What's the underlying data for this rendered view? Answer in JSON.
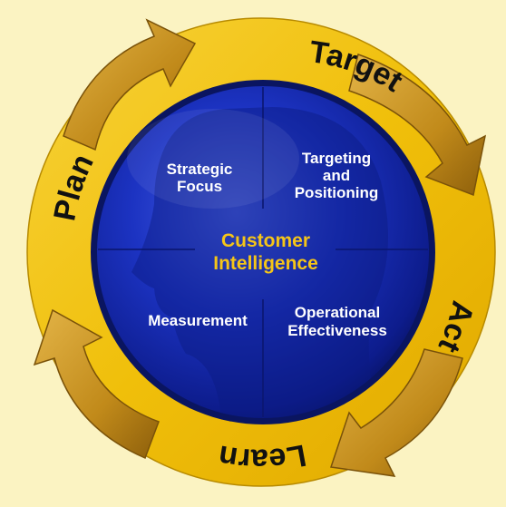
{
  "cycle": {
    "plan": "Plan",
    "target": "Target",
    "act": "Act",
    "learn": "Learn"
  },
  "center": {
    "line1": "Customer",
    "line2": "Intelligence"
  },
  "quadrants": {
    "strategic_focus": [
      "Strategic",
      "Focus"
    ],
    "targeting_positioning": [
      "Targeting",
      "and",
      "Positioning"
    ],
    "measurement": [
      "Measurement"
    ],
    "operational_effectiveness": [
      "Operational",
      "Effectiveness"
    ]
  },
  "colors": {
    "background": "#fbf3c2",
    "ring": "#f2c200",
    "arrow": "#c8951e",
    "sphere": "#1226a8",
    "center_text": "#f5c518",
    "label_text": "#ffffff",
    "cycle_text": "#111111"
  }
}
